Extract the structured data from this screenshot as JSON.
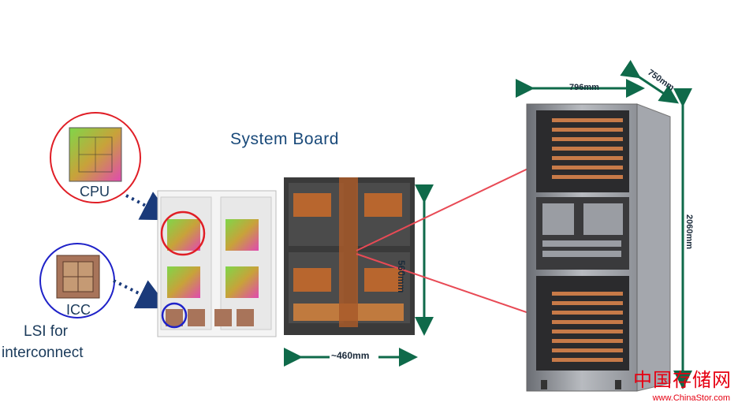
{
  "title": "System Board",
  "labels": {
    "cpu": "CPU",
    "icc": "ICC",
    "lsi_line1": "LSI for",
    "lsi_line2": "interconnect"
  },
  "dimensions": {
    "board_height": "560mm",
    "board_width": "~460mm",
    "rack_width": "796mm",
    "rack_depth": "750mm",
    "rack_height": "2060mm"
  },
  "watermark": {
    "main": "中国存储网",
    "url": "www.ChinaStor.com"
  },
  "colors": {
    "cpu_circle": "#e01e26",
    "icc_circle": "#1f22c8",
    "arrow_red": "#e84a55",
    "dim_arrow": "#0f6a4a",
    "pointer": "#1a3a7a"
  }
}
